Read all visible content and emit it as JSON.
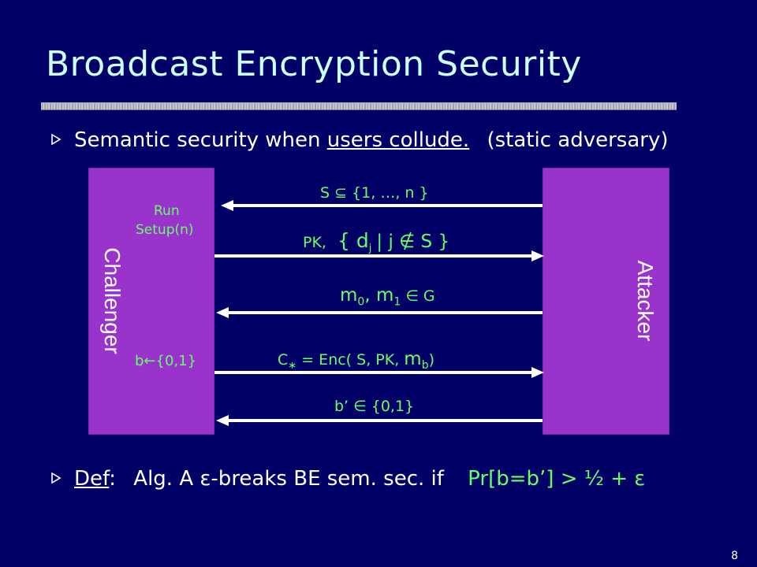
{
  "slide": {
    "title": "Broadcast Encryption Security",
    "number": "8"
  },
  "bullets": {
    "b1_text": "Semantic security when",
    "b1_underlined": "users collude.",
    "b1_note": "(static adversary)",
    "b2_underlined": "Def",
    "b2_colon": ":",
    "b2_text": "Alg.  A  ε-breaks BE sem. sec.  if",
    "b2_condition": "Pr[b=b’] > ½ + ε"
  },
  "diagram": {
    "left_party": "Challenger",
    "right_party": "Attacker",
    "run_label": "Run",
    "setup_label": "Setup(n)",
    "choose_b": "b←{0,1}",
    "msg1": "S ⊆ {1, …, n }",
    "msg2_a": "PK,",
    "msg2_b": "{ d",
    "msg2_sub": "j",
    "msg2_c": "|  j ∉ S }",
    "msg3_a": "m",
    "msg3_sub0": "0",
    "msg3_b": ", m",
    "msg3_sub1": "1",
    "msg3_c": " ∈ G",
    "msg4_a": "C",
    "msg4_sub": "∗",
    "msg4_b": " = Enc( S, PK, ",
    "msg4_c": "m",
    "msg4_subb": "b",
    "msg4_d": ")",
    "msg5": "b’ ∈ {0,1}"
  },
  "colors": {
    "background": "#000066",
    "title": "#ccffff",
    "box": "#9933cc",
    "label": "#66ff66",
    "condition": "#66ff66",
    "arrow": "#ffffff"
  }
}
